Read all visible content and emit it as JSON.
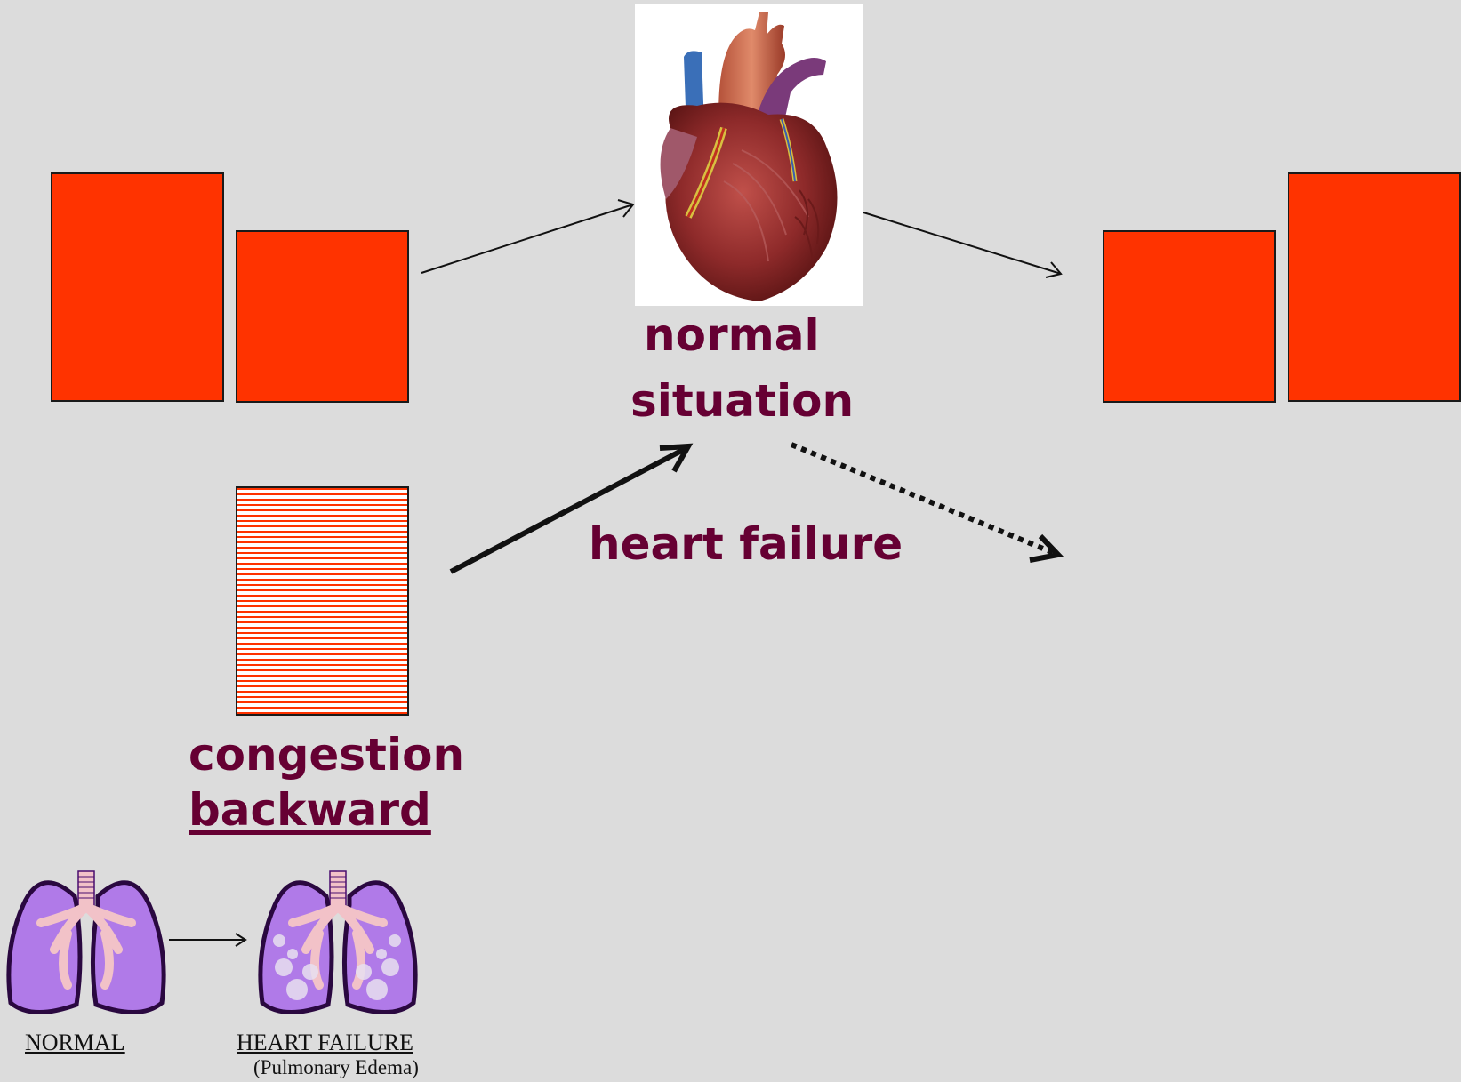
{
  "labels": {
    "normal_situation_line1": "normal",
    "normal_situation_line2": "situation",
    "heart_failure": "heart failure",
    "congestion": "congestion",
    "backward": "backward"
  },
  "lung_captions": {
    "normal": "NORMAL",
    "heart_failure": "HEART FAILURE",
    "pulmonary_edema": "(Pulmonary Edema)"
  },
  "colors": {
    "box_fill": "#ff3300",
    "label_text": "#660033",
    "background": "#dcdcdc",
    "lung_purple": "#b07ae8",
    "lung_outline": "#4a0d6e",
    "bronchi_pink": "#f2c2c8"
  },
  "icons": {
    "heart": "heart-anatomy-illustration",
    "lungs_normal": "lungs-normal-icon",
    "lungs_edema": "lungs-edema-icon"
  }
}
